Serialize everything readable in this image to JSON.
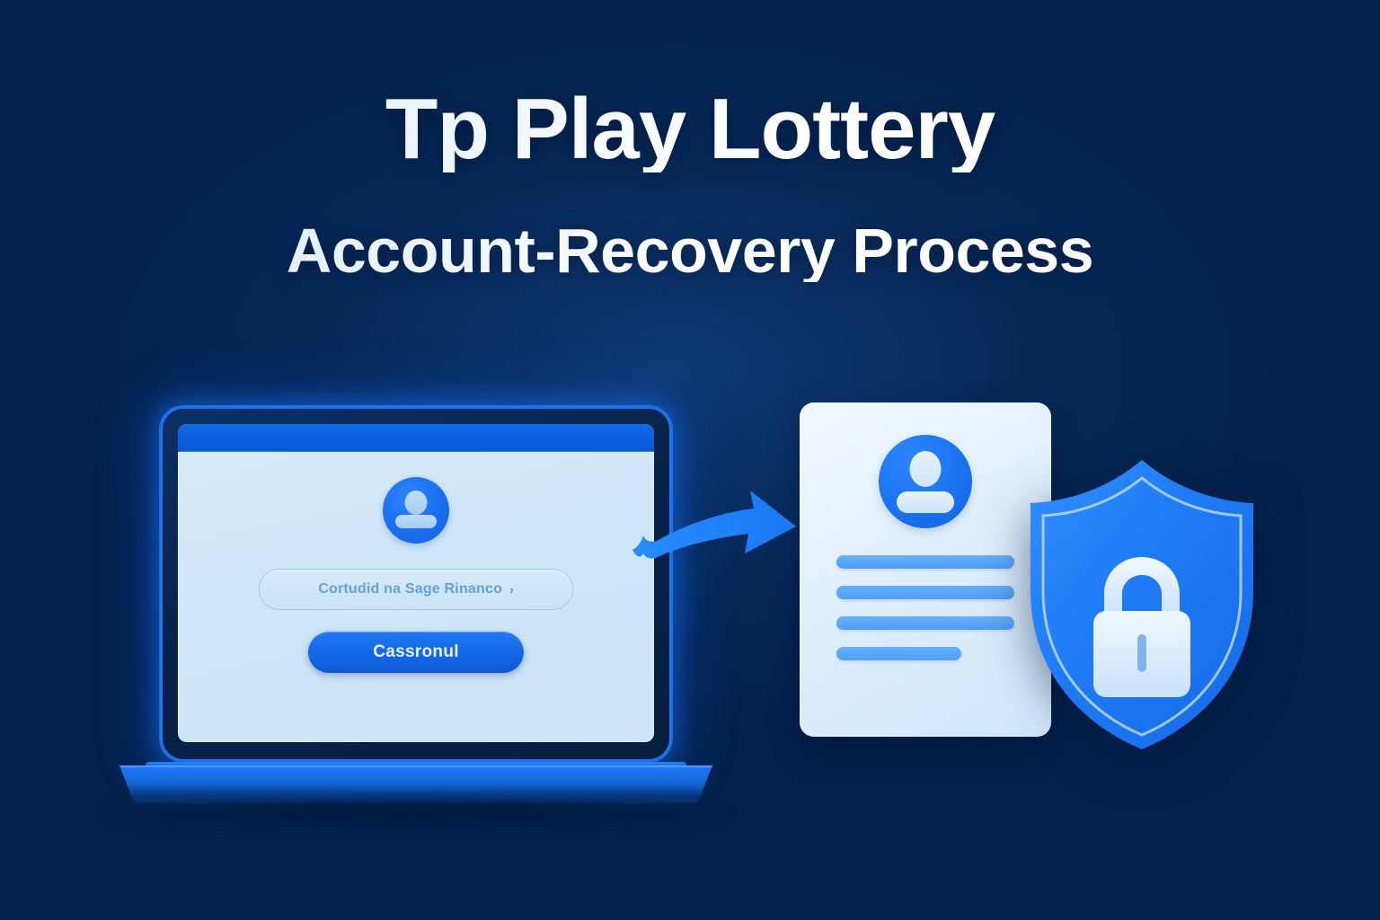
{
  "heading": {
    "title": "Tp Play Lottery",
    "subtitle": "Account-Recovery Process"
  },
  "laptop": {
    "window": {
      "titlebar_label": "",
      "avatar_icon": "user-avatar-icon",
      "recovery_input": {
        "value": "Cortudid na Sage Rinanco",
        "placeholder": "Cortudid na Sage Rinanco",
        "caret_glyph": "›"
      },
      "submit_button": {
        "label": "Cassronul"
      }
    }
  },
  "id_card": {
    "avatar_icon": "user-avatar-icon",
    "lines": [
      {
        "width_pct": 100
      },
      {
        "width_pct": 100
      },
      {
        "width_pct": 100
      },
      {
        "width_pct": 70
      }
    ]
  },
  "shield": {
    "icon": "shield-lock-icon",
    "lock_icon": "padlock-icon"
  },
  "arrow": {
    "icon": "curved-arrow-right-icon",
    "direction": "right"
  },
  "colors": {
    "background_dark": "#021a3f",
    "background_mid": "#0a3060",
    "accent_blue": "#1a74f5",
    "bright_blue": "#1877f2",
    "screen_light": "#d2e7f8",
    "card_light": "#eaf4fe",
    "line_blue": "#5aa8f8",
    "lock_pale": "#dcecfd",
    "title_white": "#ffffff",
    "title_tint": "#cfe2f8"
  }
}
